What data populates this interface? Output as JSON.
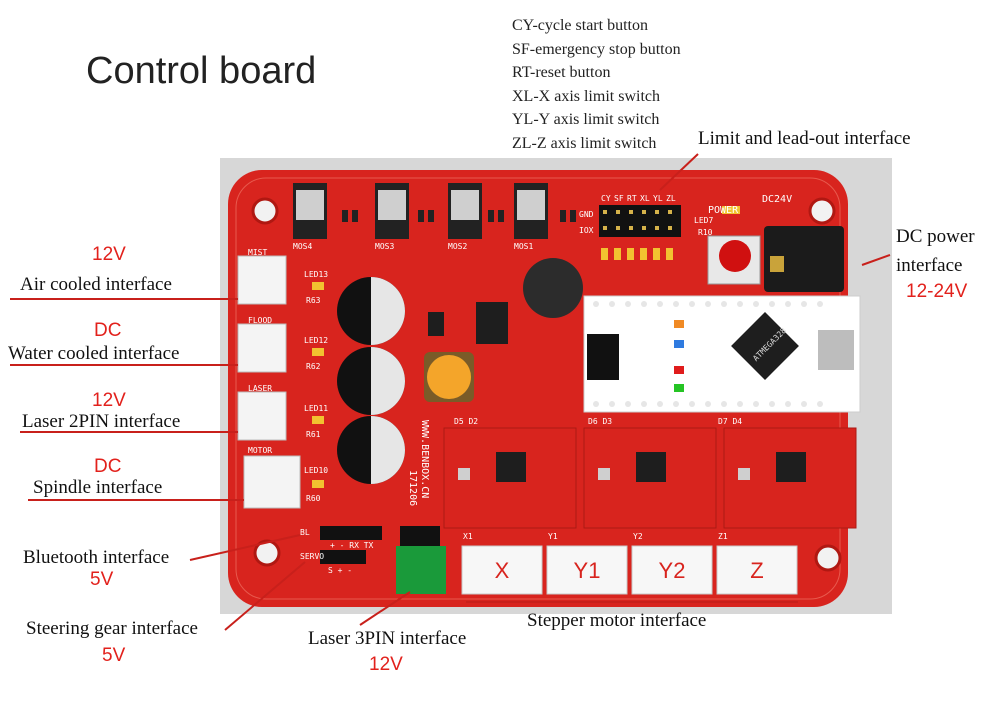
{
  "title": "Control board",
  "legend": [
    "CY-cycle start button",
    "SF-emergency stop button",
    "RT-reset button",
    "XL-X axis limit switch",
    "YL-Y axis limit switch",
    "ZL-Z axis limit switch"
  ],
  "labels": {
    "limit": "Limit and lead-out interface",
    "dc_power_1": "DC power",
    "dc_power_2": "interface",
    "dc_power_v": "12-24V",
    "air_v": "12V",
    "air": "Air cooled interface",
    "water_v": "DC",
    "water": "Water cooled interface",
    "laser2_v": "12V",
    "laser2": "Laser 2PIN interface",
    "spindle_v": "DC",
    "spindle": "Spindle interface",
    "bt": "Bluetooth interface",
    "bt_v": "5V",
    "servo": "Steering gear interface",
    "servo_v": "5V",
    "laser3": "Laser 3PIN interface",
    "laser3_v": "12V",
    "stepper": "Stepper motor interface"
  },
  "board": {
    "accent": "#d8241e",
    "mosfets": [
      "MOS4",
      "MOS3",
      "MOS2",
      "MOS1"
    ],
    "connector_labels": [
      "MIST",
      "FLOOD",
      "LASER",
      "MOTOR"
    ],
    "leds": [
      "LED13",
      "LED12",
      "LED11",
      "LED10"
    ],
    "resistors": [
      "R63",
      "R62",
      "R61",
      "R60"
    ],
    "pin_header_labels": [
      "CY",
      "SF",
      "RT",
      "XL",
      "YL",
      "ZL"
    ],
    "gnd": "GND",
    "iox": "IOX",
    "power_label": "POWER",
    "dc24v": "DC24V",
    "led7": "LED7",
    "r10": "R10",
    "website": "WWW.BENBOX.CN",
    "date": "171206",
    "bl": "BL",
    "servo_label": "SERVO",
    "bt_pins": "+ - RX TX",
    "servo_pins": "S + -",
    "motor_labels": [
      "X",
      "Y1",
      "Y2",
      "Z"
    ],
    "motor_pin_labels": [
      "X1",
      "Y1",
      "Y2",
      "Z1"
    ],
    "driver_labels": [
      "D5 D2",
      "D6 D3",
      "D7 D4"
    ],
    "chip_text": "ATMEGA328"
  }
}
